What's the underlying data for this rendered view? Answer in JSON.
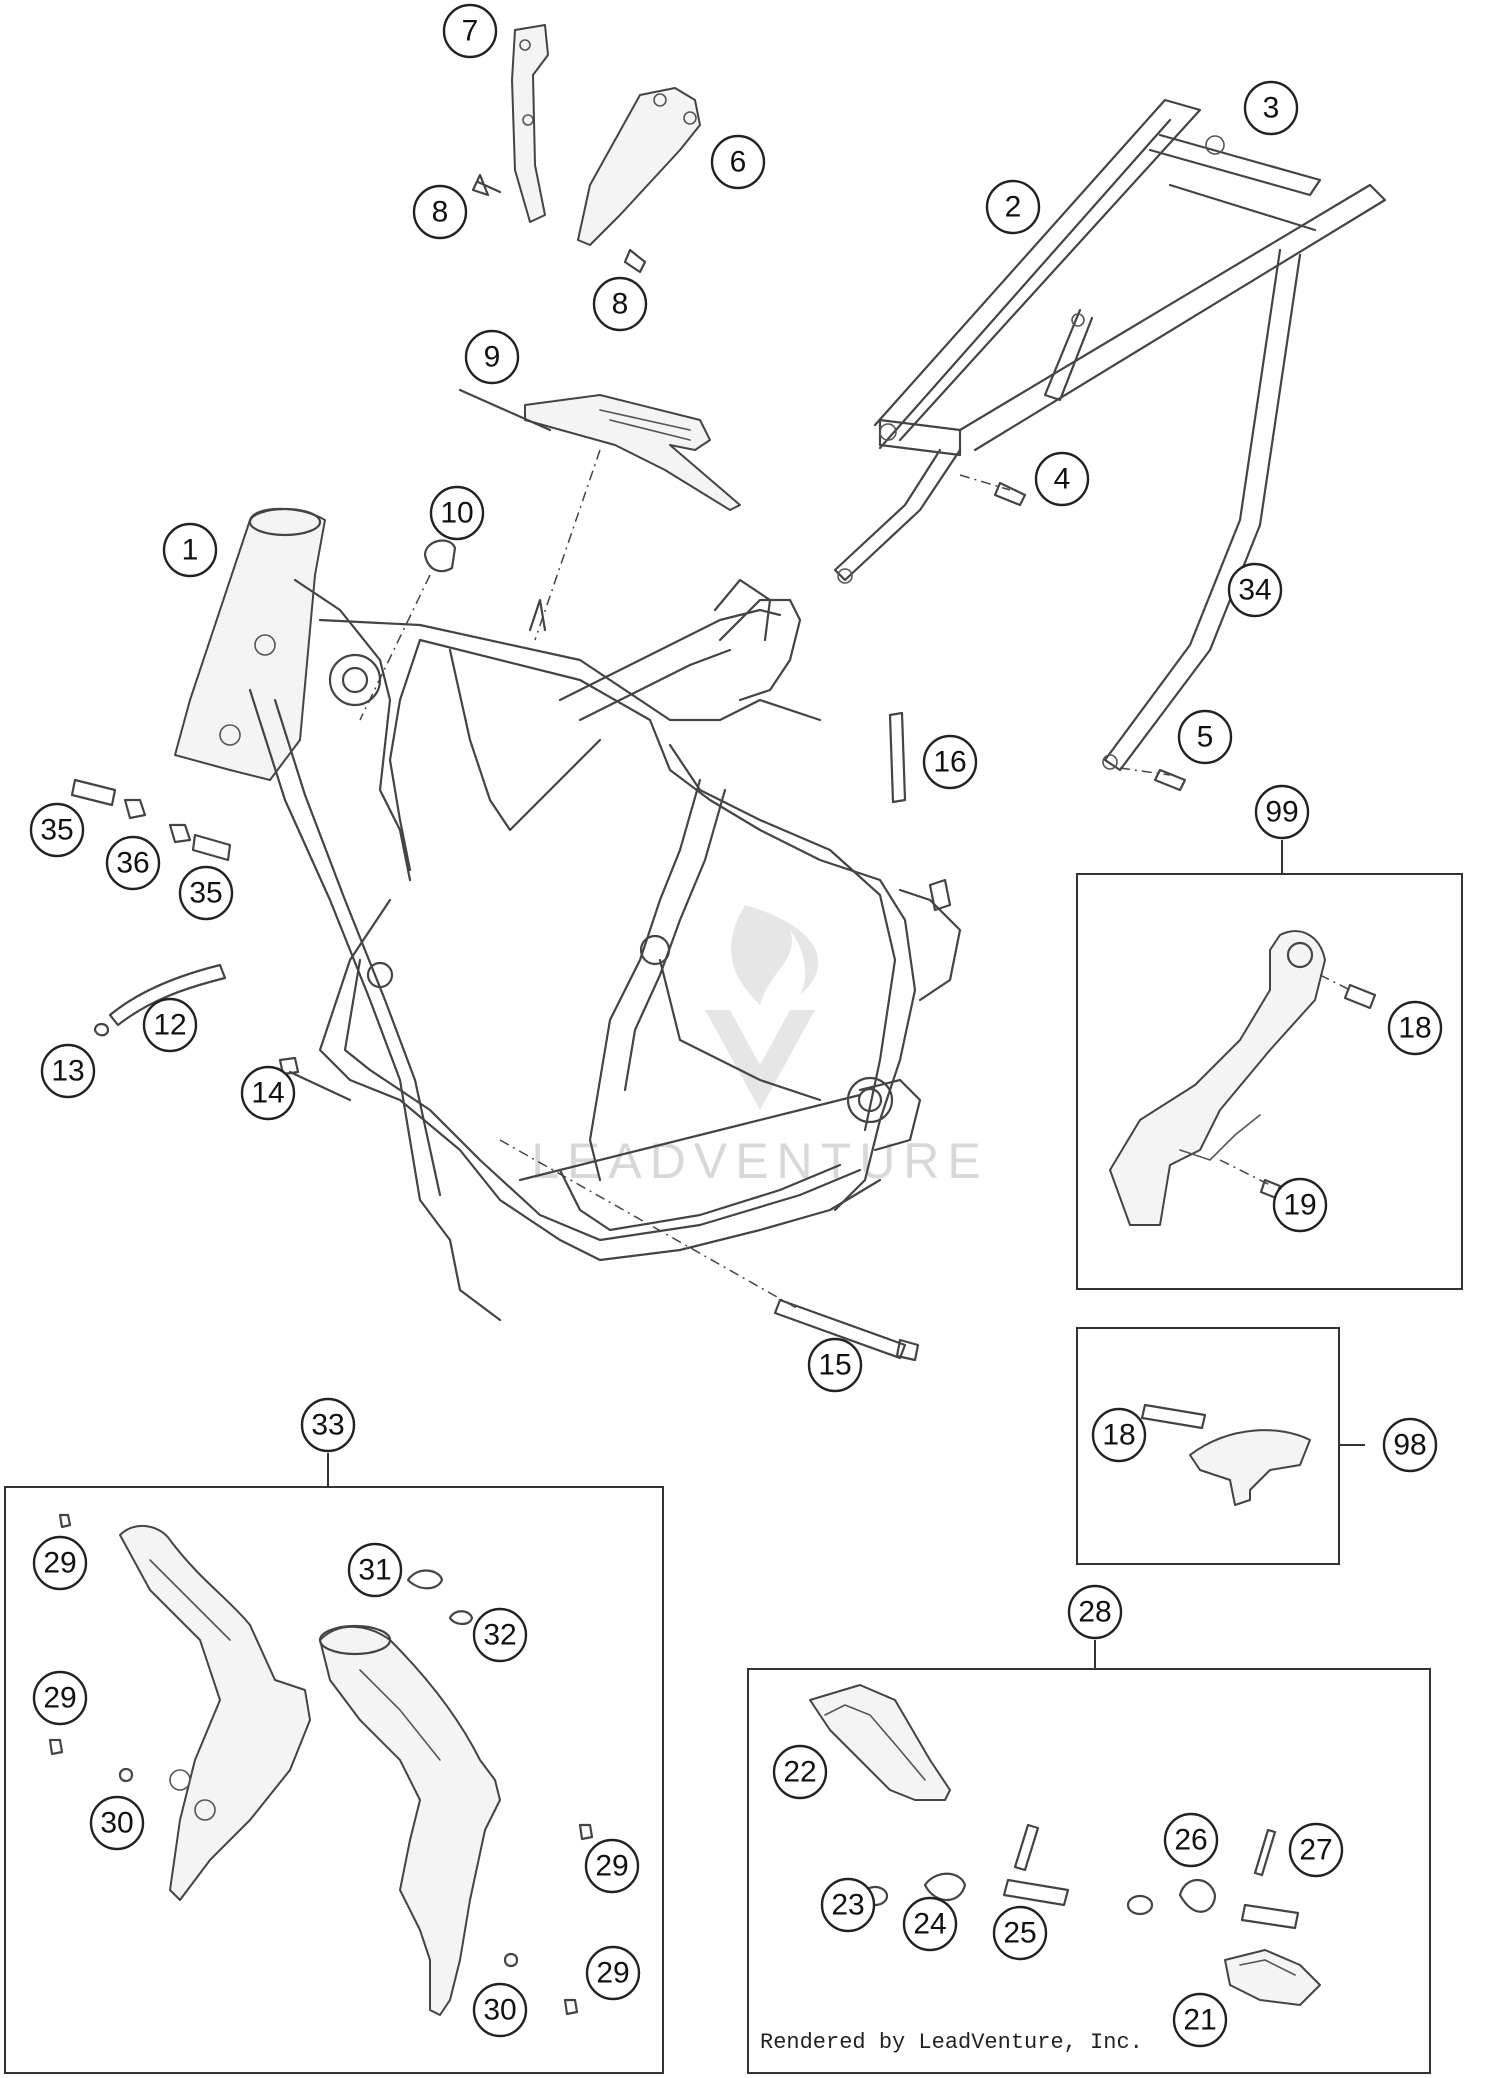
{
  "watermark": "LEADVENTURE",
  "credit": "Rendered by LeadVenture, Inc.",
  "callouts": [
    {
      "id": "c7",
      "label": "7"
    },
    {
      "id": "c3",
      "label": "3"
    },
    {
      "id": "c6",
      "label": "6"
    },
    {
      "id": "c2",
      "label": "2"
    },
    {
      "id": "c8a",
      "label": "8"
    },
    {
      "id": "c8b",
      "label": "8"
    },
    {
      "id": "c9",
      "label": "9"
    },
    {
      "id": "c4",
      "label": "4"
    },
    {
      "id": "c10",
      "label": "10"
    },
    {
      "id": "c1",
      "label": "1"
    },
    {
      "id": "c34",
      "label": "34"
    },
    {
      "id": "c5",
      "label": "5"
    },
    {
      "id": "c16",
      "label": "16"
    },
    {
      "id": "c99",
      "label": "99"
    },
    {
      "id": "c35a",
      "label": "35"
    },
    {
      "id": "c36",
      "label": "36"
    },
    {
      "id": "c35b",
      "label": "35"
    },
    {
      "id": "c18a",
      "label": "18"
    },
    {
      "id": "c12",
      "label": "12"
    },
    {
      "id": "c13",
      "label": "13"
    },
    {
      "id": "c14",
      "label": "14"
    },
    {
      "id": "c19",
      "label": "19"
    },
    {
      "id": "c15",
      "label": "15"
    },
    {
      "id": "c33",
      "label": "33"
    },
    {
      "id": "c18b",
      "label": "18"
    },
    {
      "id": "c98",
      "label": "98"
    },
    {
      "id": "c29a",
      "label": "29"
    },
    {
      "id": "c31",
      "label": "31"
    },
    {
      "id": "c32",
      "label": "32"
    },
    {
      "id": "c28",
      "label": "28"
    },
    {
      "id": "c29b",
      "label": "29"
    },
    {
      "id": "c22",
      "label": "22"
    },
    {
      "id": "c30a",
      "label": "30"
    },
    {
      "id": "c26",
      "label": "26"
    },
    {
      "id": "c27",
      "label": "27"
    },
    {
      "id": "c29c",
      "label": "29"
    },
    {
      "id": "c23",
      "label": "23"
    },
    {
      "id": "c24",
      "label": "24"
    },
    {
      "id": "c25",
      "label": "25"
    },
    {
      "id": "c29d",
      "label": "29"
    },
    {
      "id": "c30b",
      "label": "30"
    },
    {
      "id": "c21",
      "label": "21"
    }
  ]
}
